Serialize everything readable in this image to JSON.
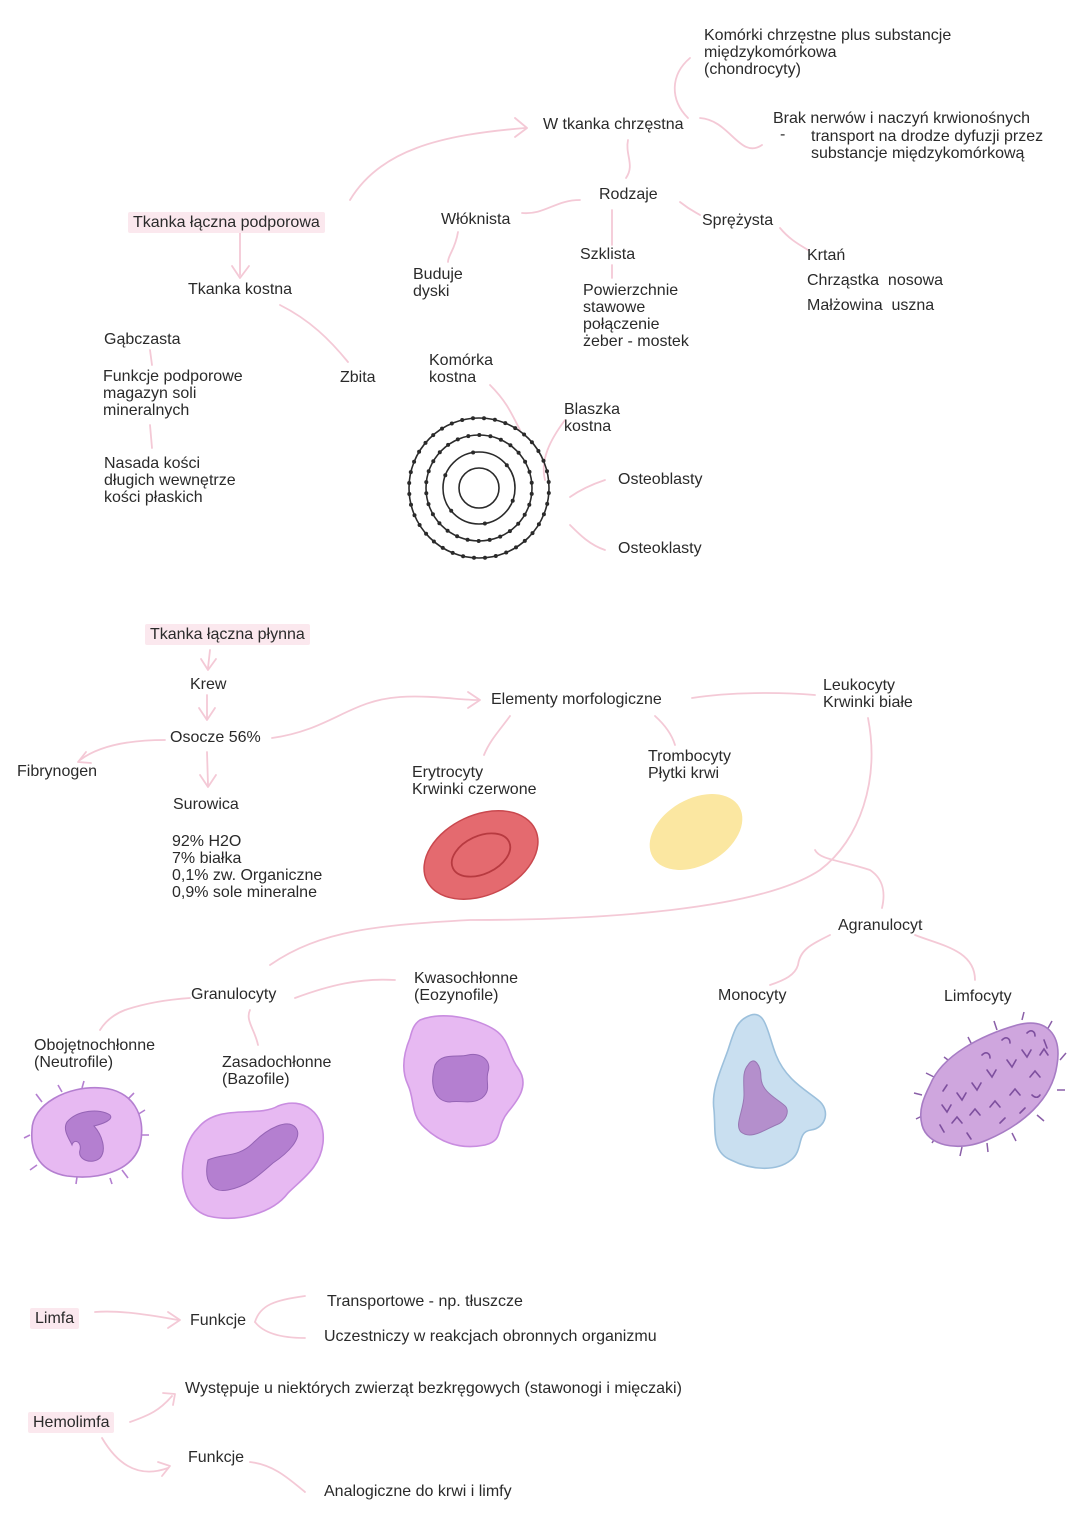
{
  "bone_section": {
    "support_title": "Tkanka łączna podporowa",
    "cartilage": {
      "title": "W tkanka chrzęstna",
      "cells": "Komórki chrzęstne plus substancje\nmiędzykomórkowa\n(chondrocyty)",
      "no_vessels": "Brak nerwów i naczyń krwionośnych",
      "no_vessels_dash": "-",
      "no_vessels_detail": "transport na drodze dyfuzji przez\nsubstancje międzykomórkową",
      "types_label": "Rodzaje",
      "fibrous": "Włóknista",
      "fibrous_detail": "Buduje\ndyski",
      "hyaline": "Szklista",
      "hyaline_detail": "Powierzchnie\nstawowe\npołączenie\nżeber - mostek",
      "elastic": "Sprężysta",
      "elastic_examples": [
        "Krtań",
        "Chrząstka  nosowa",
        "Małżowina  uszna"
      ]
    },
    "bone": {
      "title": "Tkanka kostna",
      "spongy": "Gąbczasta",
      "spongy_functions": "Funkcje podporowe\nmagazyn soli\nmineralnych",
      "spongy_location": "Nasada kości\ndługich wewnętrze\nkości płaskich",
      "compact": "Zbita",
      "bone_cell": "Komórka\nkostna",
      "lamella": "Blaszka\nkostna",
      "osteoblasts": "Osteoblasty",
      "osteoclasts": "Osteoklasty"
    }
  },
  "blood_section": {
    "fluid_title": "Tkanka łączna płynna",
    "blood": "Krew",
    "plasma": "Osocze 56%",
    "fibrinogen": "Fibrynogen",
    "serum": "Surowica",
    "serum_composition": "92% H2O\n7% białka\n0,1% zw. Organiczne\n0,9% sole mineralne",
    "morphotic": "Elementy morfologiczne",
    "erythrocytes": "Erytrocyty\nKrwinki czerwone",
    "thrombocytes": "Trombocyty\nPłytki krwi",
    "leukocytes": "Leukocyty\nKrwinki białe",
    "granulocytes": "Granulocyty",
    "agranulocyte": "Agranulocyt",
    "neutrophils": "Obojętnochłonne\n(Neutrofile)",
    "basophils": "Zasadochłonne\n(Bazofile)",
    "eosinophils": "Kwasochłonne\n(Eozynofile)",
    "monocytes": "Monocyty",
    "lymphocytes": "Limfocyty"
  },
  "lymph_section": {
    "lymph": "Limfa",
    "functions": "Funkcje",
    "transport": "Transportowe - np. tłuszcze",
    "defense": "Uczestniczy w reakcjach obronnych organizmu",
    "hemolymph": "Hemolimfa",
    "occurs": "Występuje u niektórych zwierząt bezkręgowych (stawonogi i mięczaki)",
    "hemo_functions": "Funkcje",
    "analogous": "Analogiczne do krwi i limfy"
  },
  "colors": {
    "connector": "#f4c9d6",
    "highlight": "#fbe8ee",
    "erythrocyte": "#e46a6f",
    "platelet": "#fbe7a1",
    "granulocyte": "#e7b9f2",
    "granulocyte_nucleus": "#b47fd0",
    "monocyte": "#c9dff0",
    "lymphocyte": "#cfa6de"
  }
}
